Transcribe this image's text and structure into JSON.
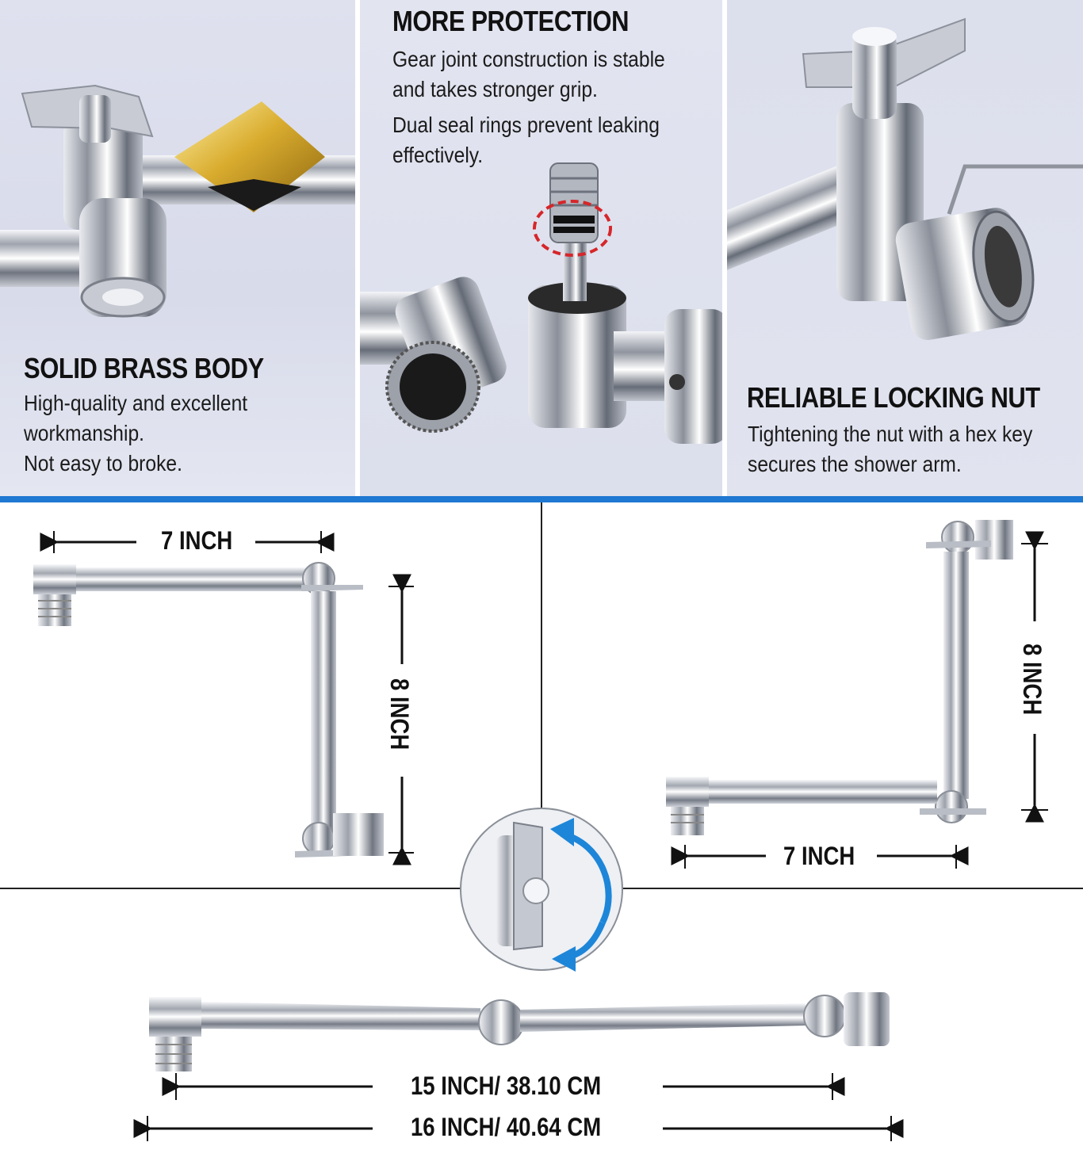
{
  "panels": [
    {
      "title": "SOLID BRASS BODY",
      "lines": [
        "High-quality and excellent",
        "workmanship.",
        "Not easy to broke."
      ]
    },
    {
      "title": "MORE PROTECTION",
      "lines": [
        "Gear joint construction is stable",
        "and takes stronger grip.",
        "Dual seal rings prevent leaking",
        "effectively."
      ]
    },
    {
      "title": "RELIABLE LOCKING NUT",
      "lines": [
        "Tightening the nut with a hex key",
        "secures the shower arm."
      ]
    }
  ],
  "dimensions": {
    "left_width": "7 INCH",
    "left_height": "8 INCH",
    "right_height": "8 INCH",
    "right_width": "7 INCH",
    "length_1": "15 INCH/ 38.10 CM",
    "length_2": "16 INCH/ 40.64 CM"
  },
  "colors": {
    "divider_blue": "#1f78d1",
    "rotate_arrow_blue": "#1e86d8",
    "gold_plate": "#d9ac2e",
    "seal_ring_red": "#d6262a"
  },
  "icons": [
    "rotate-arrows-icon",
    "seal-ring-highlight-icon"
  ]
}
